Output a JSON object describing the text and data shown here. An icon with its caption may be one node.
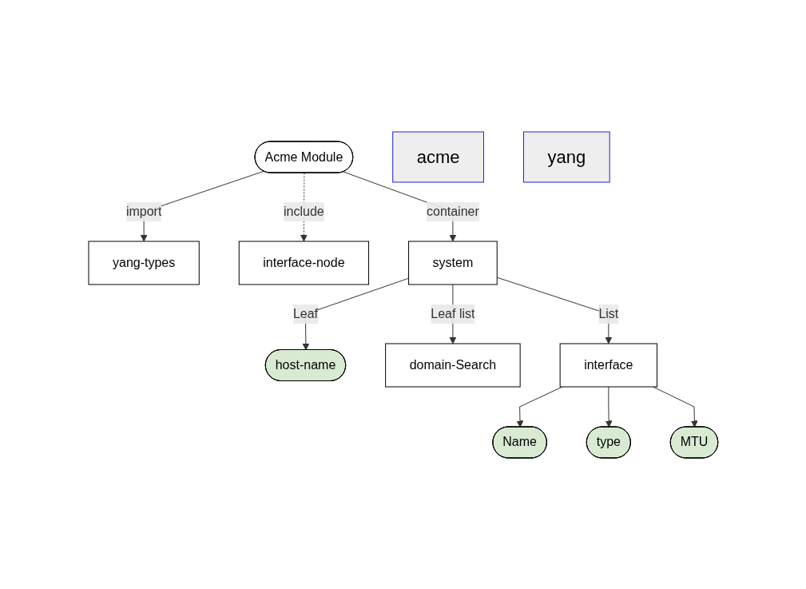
{
  "diagram": {
    "nodes": [
      {
        "text": [
          "Acme Module"
        ]
      },
      {
        "text": [
          "acme"
        ]
      },
      {
        "text": [
          "yang"
        ]
      },
      {
        "text": [
          "yang-types"
        ]
      },
      {
        "text": [
          "interface-node"
        ]
      },
      {
        "text": [
          "system"
        ]
      },
      {
        "text": [
          "host-name"
        ]
      },
      {
        "text": [
          "domain-Search"
        ]
      },
      {
        "text": [
          "interface"
        ]
      },
      {
        "text": [
          "Name"
        ]
      },
      {
        "text": [
          "type"
        ]
      },
      {
        "text": [
          "MTU"
        ]
      }
    ],
    "edges": [
      {
        "from": 0,
        "to": 3,
        "arrow": "to",
        "label": "import"
      },
      {
        "from": 0,
        "to": 4,
        "arrow": "to",
        "label": "include",
        "style": "dashed"
      },
      {
        "from": 0,
        "to": 5,
        "arrow": "to",
        "label": "container"
      },
      {
        "from": 5,
        "to": 6,
        "arrow": "to",
        "label": "Leaf"
      },
      {
        "from": 5,
        "to": 7,
        "arrow": "to",
        "label": "Leaf list"
      },
      {
        "from": 5,
        "to": 8,
        "arrow": "to",
        "label": "List"
      },
      {
        "from": 8,
        "to": 9,
        "arrow": "to"
      },
      {
        "from": 8,
        "to": 10,
        "arrow": "to"
      },
      {
        "from": 8,
        "to": 11,
        "arrow": "to"
      }
    ]
  }
}
